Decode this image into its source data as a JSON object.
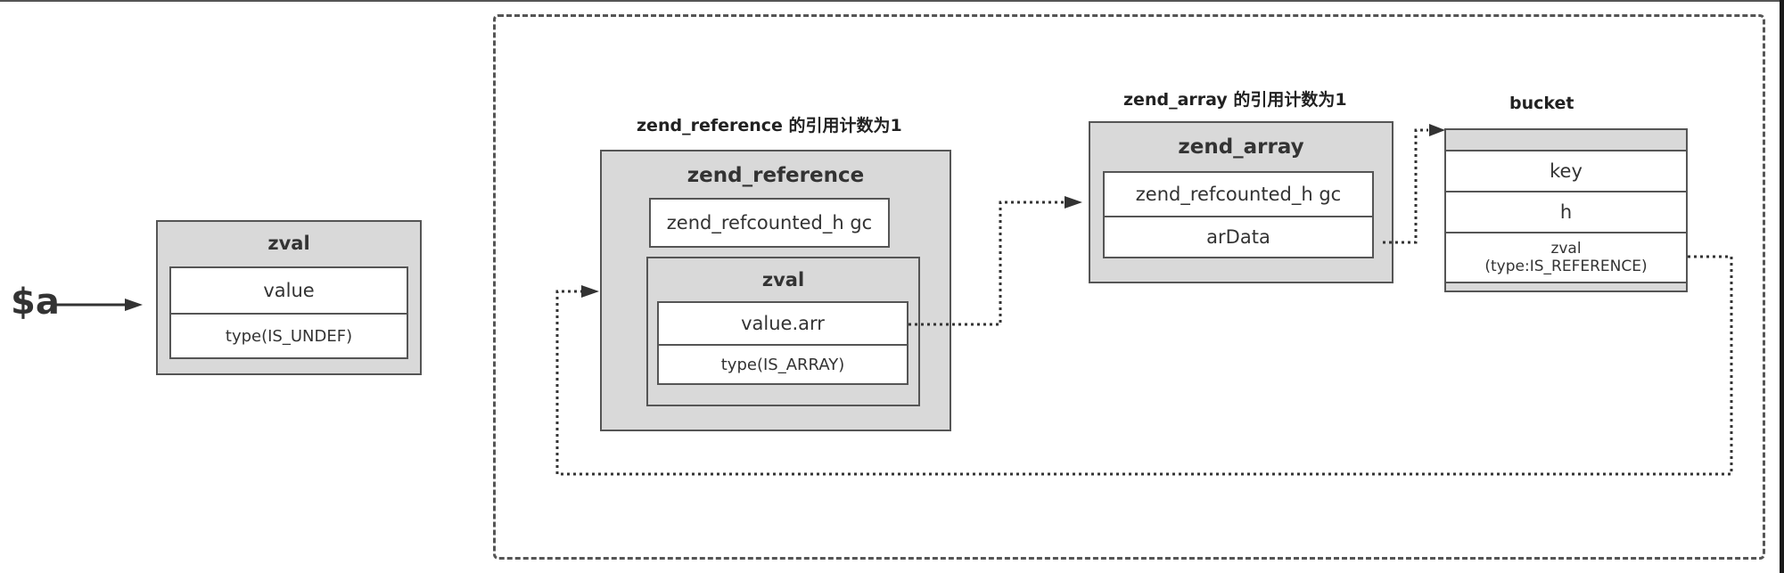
{
  "variable": {
    "name": "$a"
  },
  "zval_outer": {
    "title": "zval",
    "value": "value",
    "type": "type(IS_UNDEF)"
  },
  "zend_reference": {
    "caption": "zend_reference 的引用计数为1",
    "title": "zend_reference",
    "gc": "zend_refcounted_h gc",
    "zval": {
      "title": "zval",
      "value": "value.arr",
      "type": "type(IS_ARRAY)"
    }
  },
  "zend_array": {
    "caption": "zend_array 的引用计数为1",
    "title": "zend_array",
    "gc": "zend_refcounted_h gc",
    "ardata": "arData"
  },
  "bucket": {
    "caption": "bucket",
    "key": "key",
    "h": "h",
    "zval_line1": "zval",
    "zval_line2": "(type:IS_REFERENCE)"
  }
}
